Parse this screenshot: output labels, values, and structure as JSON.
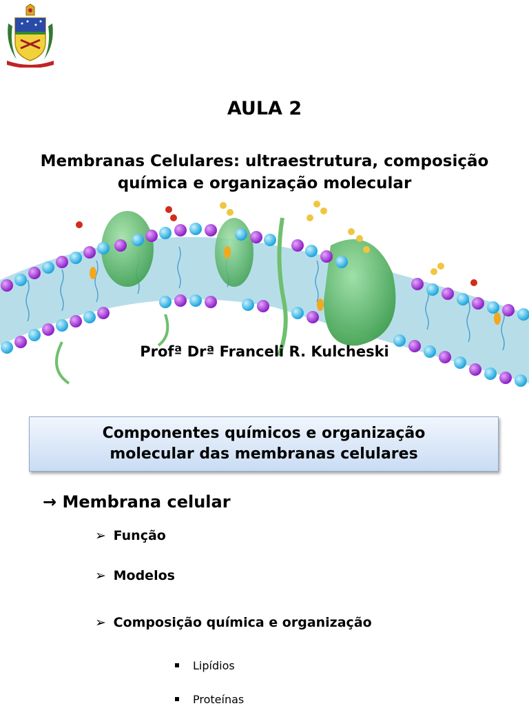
{
  "header": {
    "logo_icon": "university-crest-icon"
  },
  "title": {
    "lesson": "AULA 2",
    "subtitle_line1": "Membranas Celulares: ultraestrutura, composição",
    "subtitle_line2": "química e organização molecular"
  },
  "figure": {
    "icon": "cell-membrane-illustration"
  },
  "author": {
    "name": "Profª Drª Franceli R. Kulcheski"
  },
  "banner": {
    "line1": "Componentes químicos e organização",
    "line2": "molecular das membranas celulares"
  },
  "outline": {
    "topic_arrow": "→",
    "topic": "Membrana celular",
    "sub_marker": "➢",
    "items": [
      "Função",
      "Modelos",
      "Composição química e organização"
    ],
    "subitems": [
      "Lipídios",
      "Proteínas"
    ]
  },
  "colors": {
    "head_purple": "#9b2fd0",
    "head_cyan": "#2ab8e8",
    "protein_green": "#3e9e4e",
    "banner_fill": "#c9dcf4"
  }
}
